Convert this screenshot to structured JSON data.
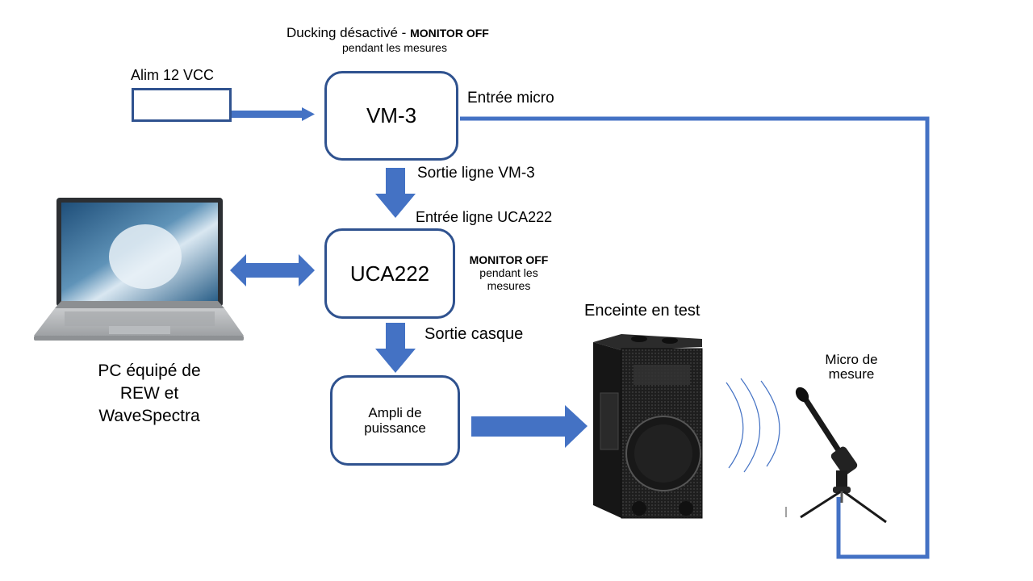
{
  "colors": {
    "accent_blue": "#4472c4",
    "box_border": "#2f528f",
    "text": "#000000",
    "wave": "#4472c4"
  },
  "header": {
    "ducking_prefix": "Ducking désactivé - ",
    "ducking_bold": "MONITOR OFF",
    "ducking_sub": "pendant les mesures"
  },
  "power": {
    "label": "Alim 12 VCC"
  },
  "blocks": {
    "vm3": "VM-3",
    "uca222": "UCA222",
    "ampli": "Ampli de puissance"
  },
  "labels": {
    "entree_micro": "Entrée micro",
    "sortie_ligne": "Sortie ligne VM-3",
    "entree_ligne": "Entrée ligne UCA222",
    "monitor_bold": "MONITOR OFF",
    "monitor_sub": "pendant les mesures",
    "sortie_casque": "Sortie casque",
    "enceinte": "Enceinte en test",
    "micro": "Micro de mesure",
    "pc_line1": "PC équipé de",
    "pc_line2": "REW et",
    "pc_line3": "WaveSpectra"
  },
  "icons": {
    "laptop": "laptop-icon",
    "speaker": "speaker-icon",
    "microphone": "microphone-icon",
    "sound_waves": "sound-waves-icon"
  }
}
